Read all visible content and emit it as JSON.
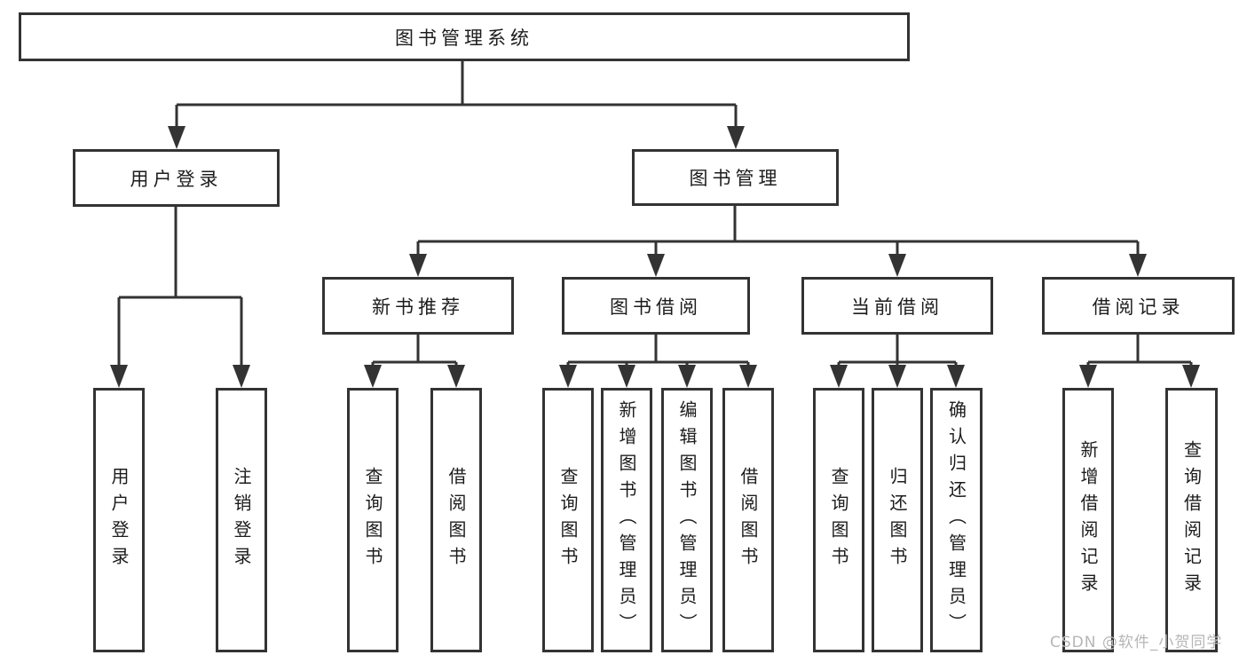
{
  "tree": {
    "label": "图书管理系统",
    "children": [
      {
        "label": "用户登录",
        "children": [
          {
            "label": "用户登录"
          },
          {
            "label": "注销登录"
          }
        ]
      },
      {
        "label": "图书管理",
        "children": [
          {
            "label": "新书推荐",
            "children": [
              {
                "label": "查询图书"
              },
              {
                "label": "借阅图书"
              }
            ]
          },
          {
            "label": "图书借阅",
            "children": [
              {
                "label": "查询图书"
              },
              {
                "label": "新增图书（管理员）"
              },
              {
                "label": "编辑图书（管理员）"
              },
              {
                "label": "借阅图书"
              }
            ]
          },
          {
            "label": "当前借阅",
            "children": [
              {
                "label": "查询图书"
              },
              {
                "label": "归还图书"
              },
              {
                "label": "确认归还（管理员）"
              }
            ]
          },
          {
            "label": "借阅记录",
            "children": [
              {
                "label": "新增借阅记录"
              },
              {
                "label": "查询借阅记录"
              }
            ]
          }
        ]
      }
    ]
  },
  "watermark": "CSDN @软件_小贺同学",
  "colors": {
    "line": "#333333",
    "text": "#1c1c1c",
    "watermark": "#b6b6b6",
    "background": "#ffffff"
  }
}
